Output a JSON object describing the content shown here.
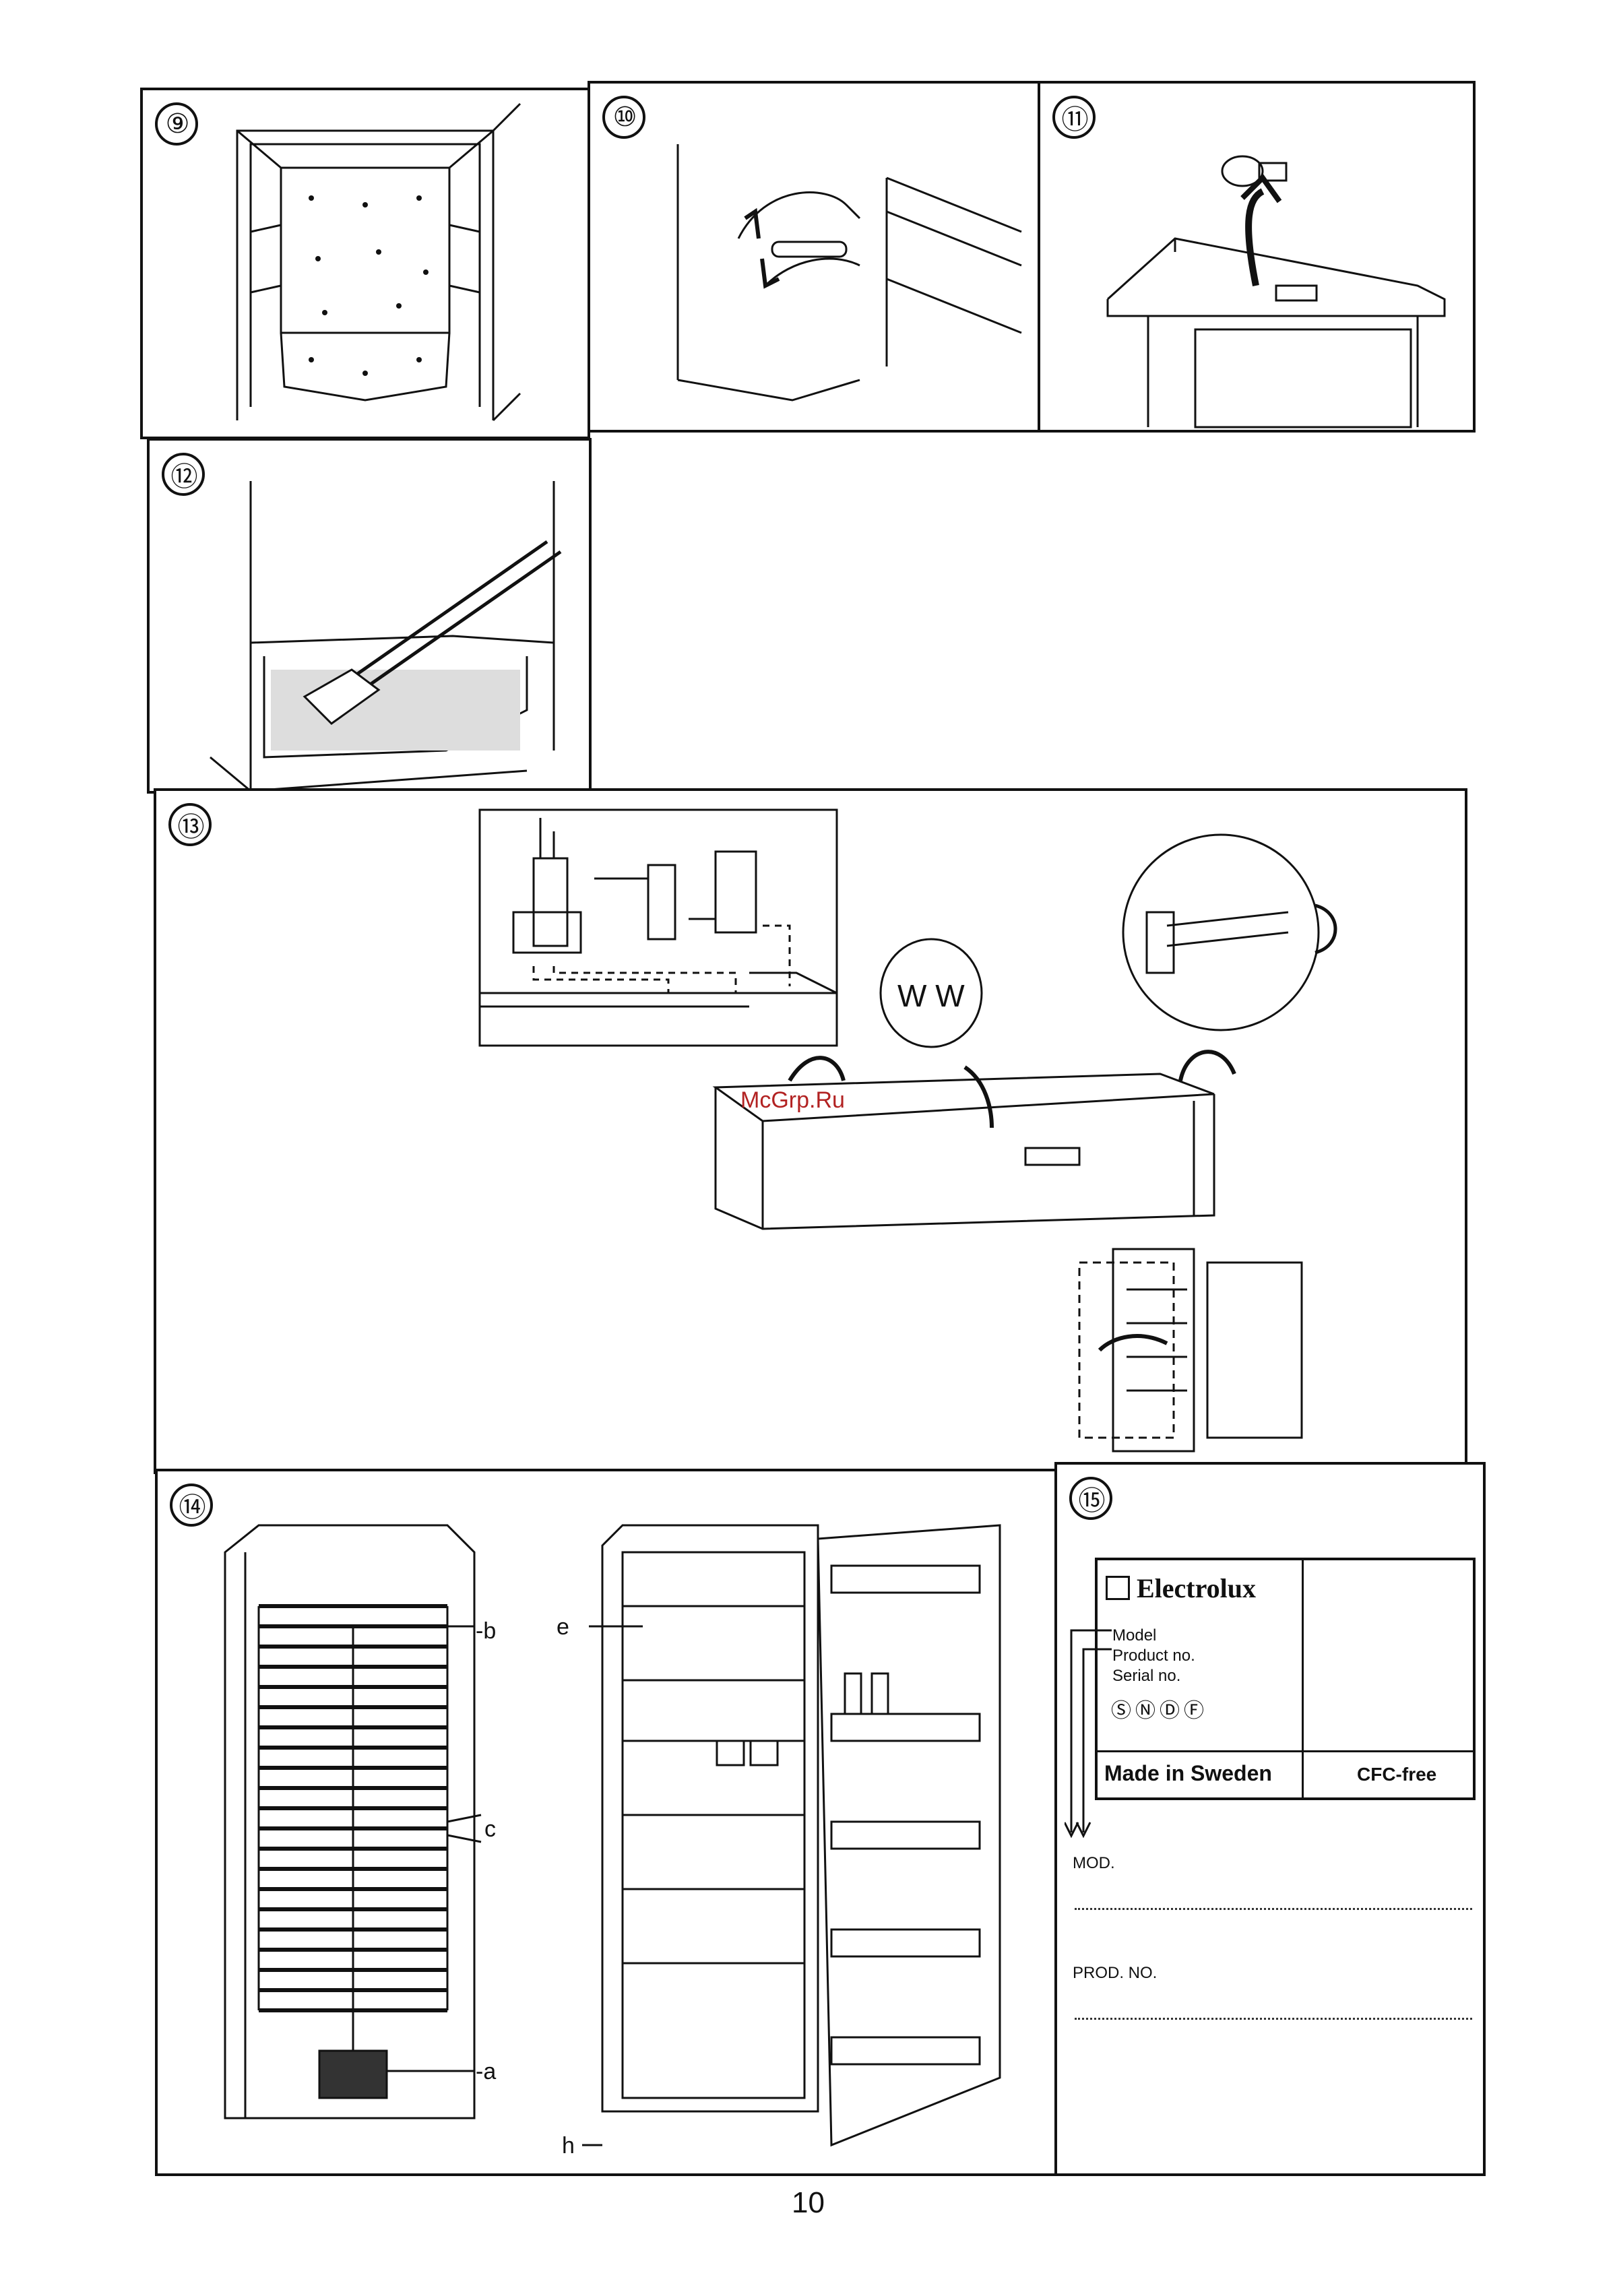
{
  "panels": {
    "p9": "⑨",
    "p10": "⑩",
    "p11": "⑪",
    "p12": "⑫",
    "p13": "⑬",
    "p14": "⑭",
    "p15": "⑮"
  },
  "watermark": "McGrp.Ru",
  "fig14": {
    "label_b": "-b",
    "label_c": "c",
    "label_a": "-a",
    "label_e": "e",
    "label_h": "h"
  },
  "rating_plate": {
    "brand": "Electrolux",
    "model_label": "Model",
    "product_label": "Product no.",
    "serial_label": "Serial no.",
    "symbols": "ⓈⓃⒹⒻ",
    "made_in": "Made in Sweden",
    "cfc": "CFC-free"
  },
  "form": {
    "mod_label": "MOD.",
    "prod_label": "PROD. NO."
  },
  "page_number": "10"
}
